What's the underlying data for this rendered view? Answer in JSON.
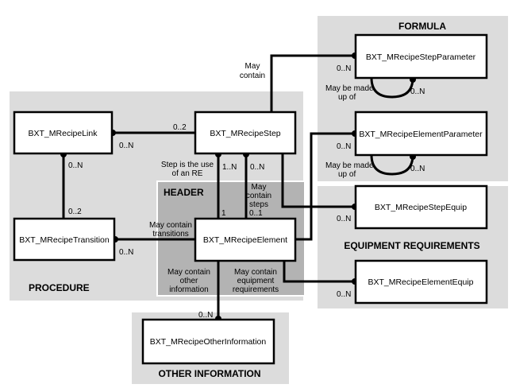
{
  "regions": {
    "formula": "FORMULA",
    "procedure": "PROCEDURE",
    "header": "HEADER",
    "equipment": "EQUIPMENT REQUIREMENTS",
    "other": "OTHER INFORMATION"
  },
  "entities": {
    "link": "BXT_MRecipeLink",
    "step": "BXT_MRecipeStep",
    "transition": "BXT_MRecipeTransition",
    "element": "BXT_MRecipeElement",
    "step_param": "BXT_MRecipeStepParameter",
    "element_param": "BXT_MRecipeElementParameter",
    "step_equip": "BXT_MRecipeStepEquip",
    "element_equip": "BXT_MRecipeElementEquip",
    "other_info": "BXT_MRecipeOtherInformation"
  },
  "labels": {
    "may_contain_1": "May",
    "may_contain_2": "contain",
    "step_param_card": "0..N",
    "step_param_self_1": "May be made",
    "step_param_self_2": "up of",
    "step_param_self_card": "0..N",
    "link_step_card_step": "0..2",
    "link_step_card_link": "0..N",
    "elem_param_card": "0..N",
    "elem_param_self_1": "May be made",
    "elem_param_self_2": "up of",
    "elem_param_self_card": "0..N",
    "step_use_1": "Step is the use",
    "step_use_2": "of an RE",
    "step_use_card": "1..N",
    "steps_card_step": "0..N",
    "contain_steps_1": "May",
    "contain_steps_2": "contain",
    "contain_steps_3": "steps",
    "contain_steps_card": "0..1",
    "link_trans_card_link": "0..N",
    "link_trans_card_trans": "0..2",
    "elem_one_card": "1",
    "trans_1": "May contain",
    "trans_2": "transitions",
    "trans_card": "0..N",
    "step_equip_card": "0..N",
    "other_1": "May contain",
    "other_2": "other",
    "other_3": "information",
    "equip_1": "May contain",
    "equip_2": "equipment",
    "equip_3": "requirements",
    "elem_equip_card": "0..N",
    "other_info_card": "0..N"
  }
}
